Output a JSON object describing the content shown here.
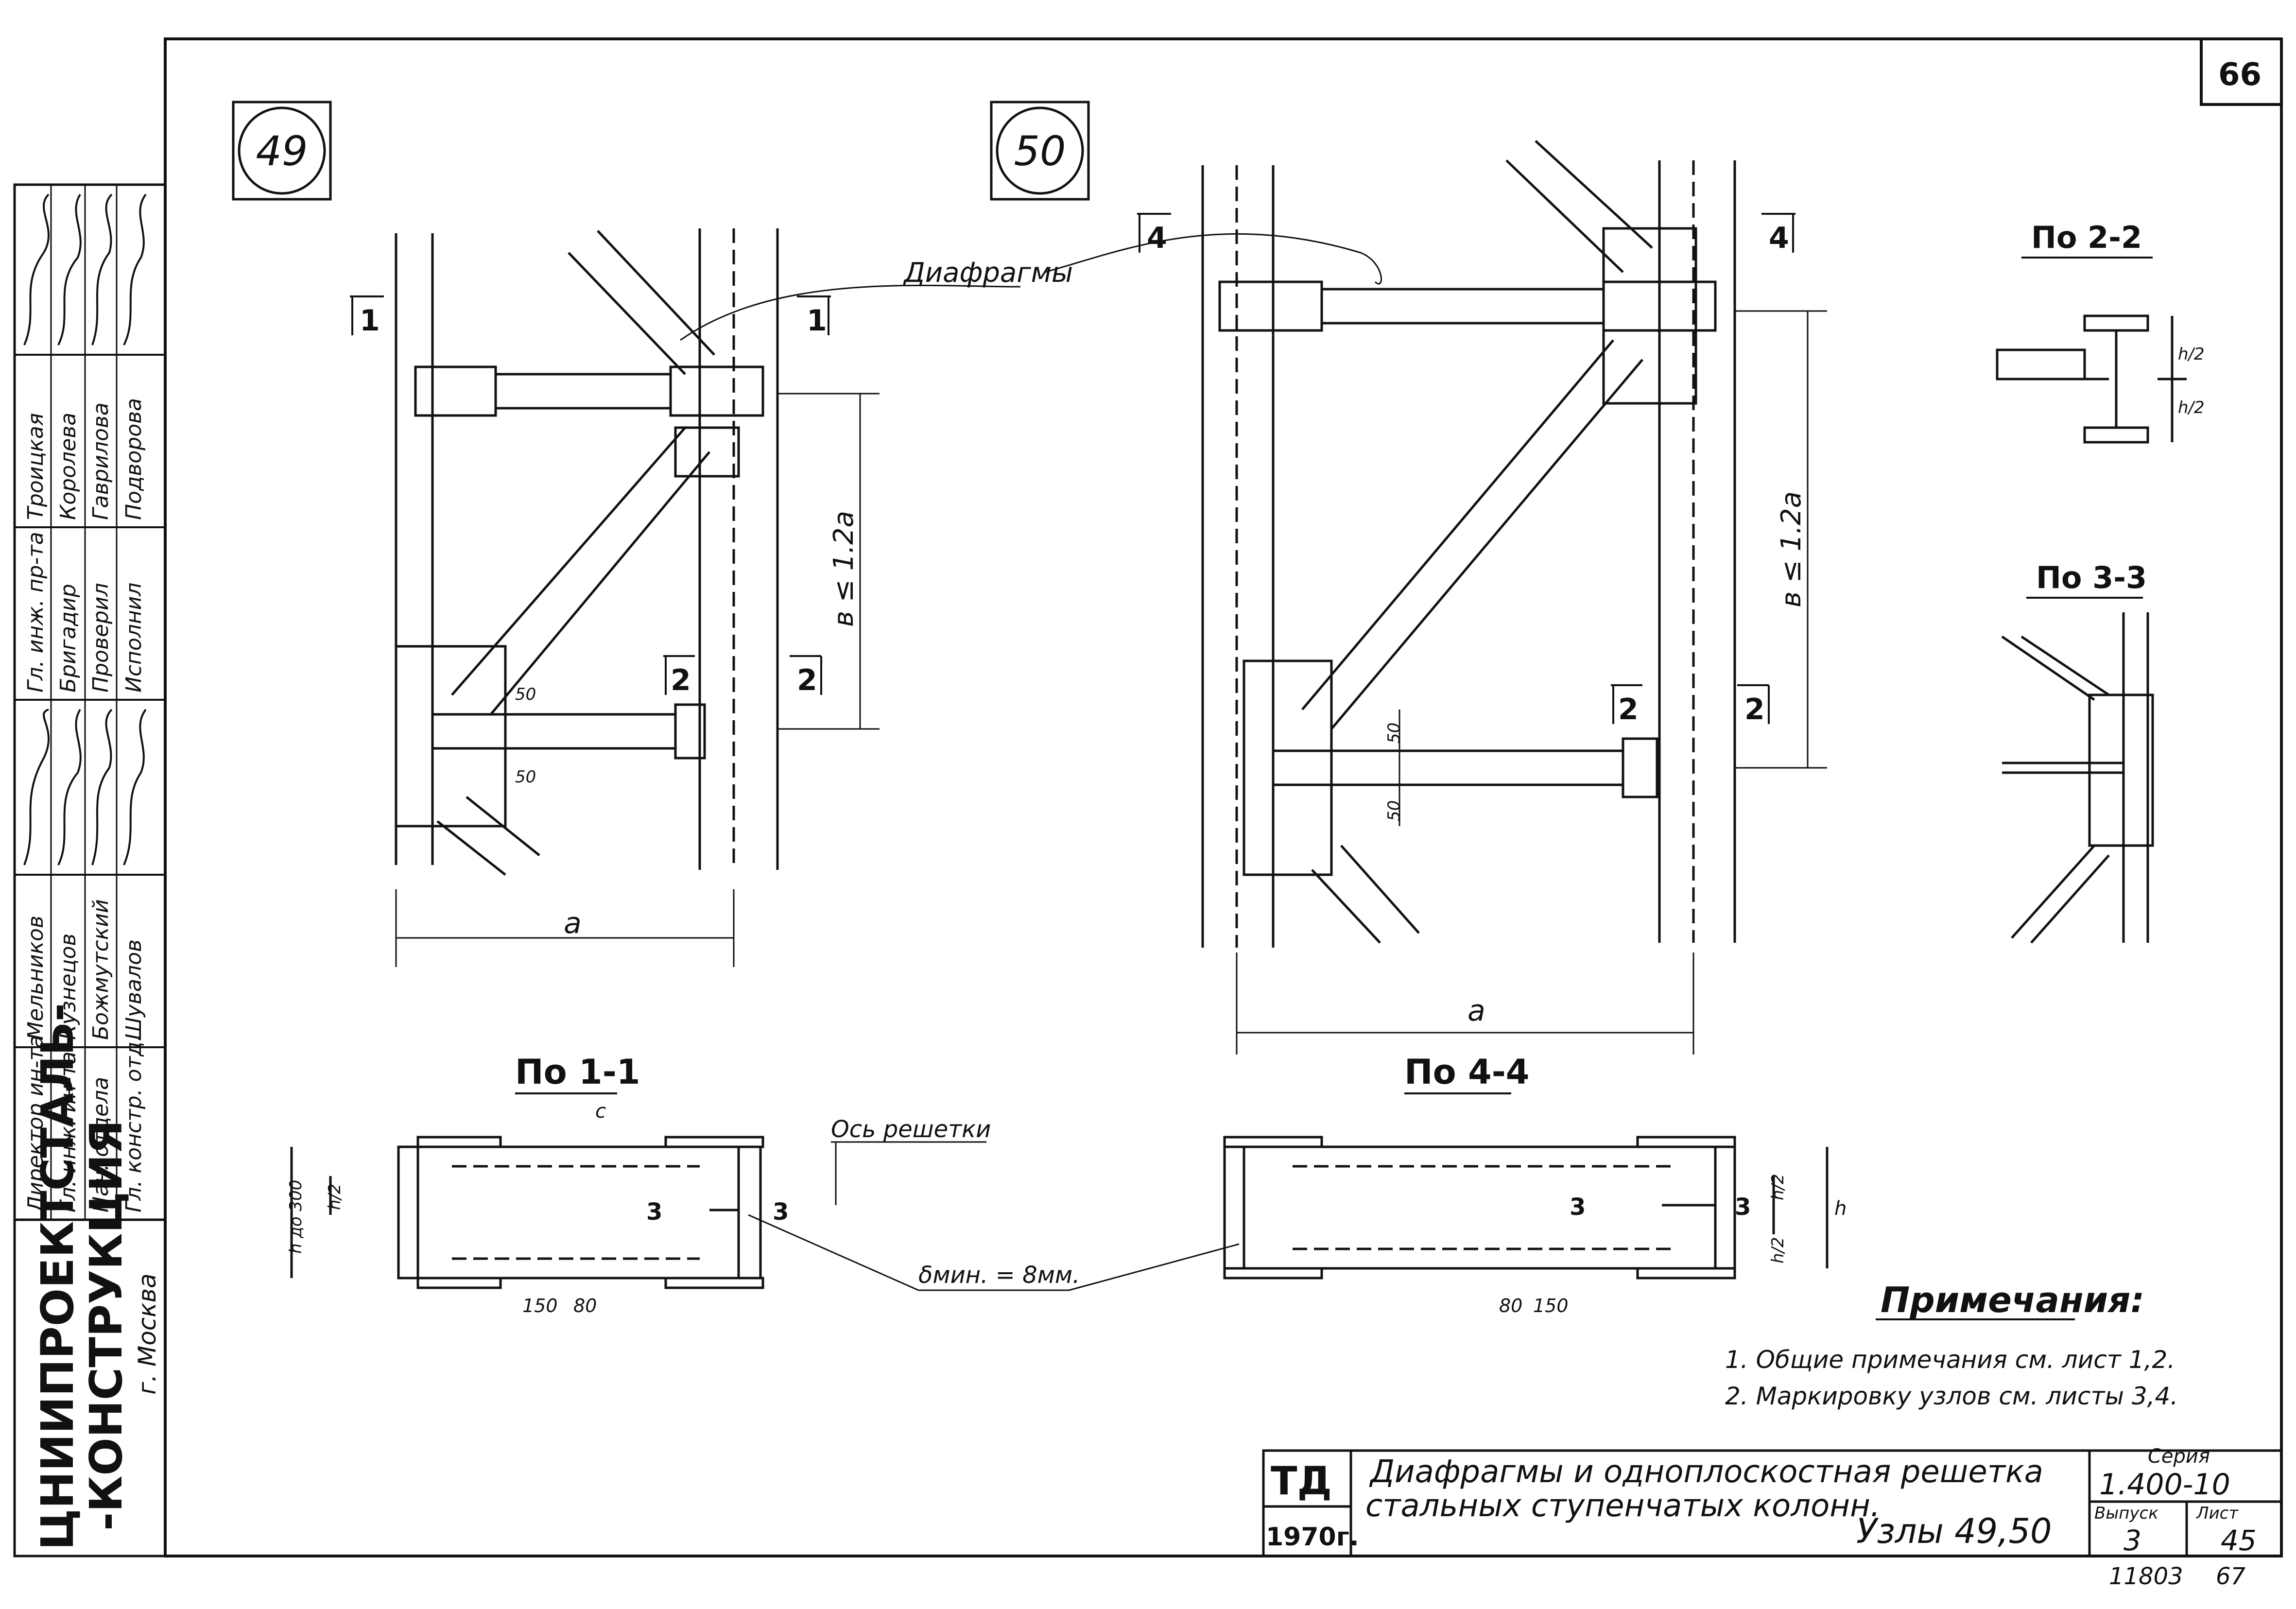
{
  "sheet_number": "66",
  "bottom_numbers": {
    "left": "11803",
    "right": "67"
  },
  "node_labels": {
    "node_a": "49",
    "node_b": "50"
  },
  "callouts": {
    "diaphragms": "Диафрагмы",
    "lattice_axis": "Ось решетки",
    "delta_min": "δмин. = 8мм.",
    "c_mark": "с"
  },
  "section_titles": {
    "s1": "По 1-1",
    "s4": "По 4-4",
    "s2": "По 2-2",
    "s3": "По 3-3"
  },
  "section_marks": {
    "m1": "1",
    "m2": "2",
    "m3": "3",
    "m4": "4"
  },
  "dimensions": {
    "a": "а",
    "b_le": "в ≤ 1.2а",
    "d50": "50",
    "d150": "150",
    "d80": "80",
    "h": "h",
    "h2": "h/2",
    "h300": "h до 300"
  },
  "notes": {
    "title": "Примечания:",
    "items": [
      "1. Общие примечания см. лист 1,2.",
      "2. Маркировку узлов см. листы 3,4."
    ]
  },
  "title_block": {
    "code": "ТД",
    "year": "1970г.",
    "title_line1": "Диафрагмы и одноплоскостная решетка",
    "title_line2": "стальных ступенчатых колонн.",
    "nodes": "Узлы 49,50",
    "series_label": "Серия",
    "series_value": "1.400-10",
    "issue_label": "Выпуск",
    "issue_value": "3",
    "sheet_label": "Лист",
    "sheet_value": "45"
  },
  "org": {
    "line1": "ЦНИИПРОЕКТСТАЛЬ-",
    "line2": "-КОНСТРУКЦИЯ",
    "city": "г. Москва"
  },
  "stamp": {
    "columns": [
      {
        "role1": "Директор ин-та",
        "role2": "Гл. инж. ин-та",
        "role3": "Нач. отдела",
        "role4": "Гл. констр. отд."
      },
      {
        "name1": "Мельников",
        "name2": "Кузнецов",
        "name3": "Божмутский",
        "name4": "Шувалов"
      },
      {
        "role1": "Гл. инж. пр-та",
        "role2": "Бригадир",
        "role3": "Проверил",
        "role4": "Исполнил"
      },
      {
        "name1": "Троицкая",
        "name2": "Королева",
        "name3": "Гаврилова",
        "name4": "Подворова"
      }
    ]
  }
}
